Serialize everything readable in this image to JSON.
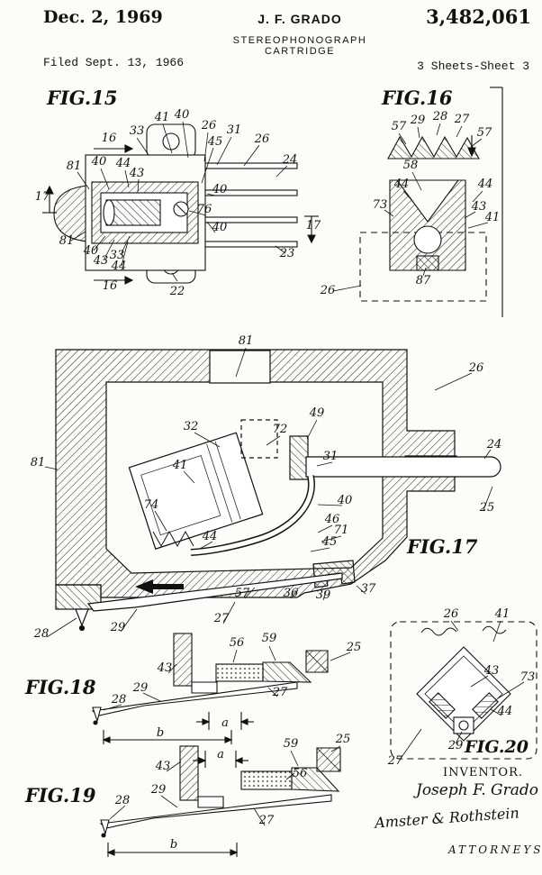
{
  "header": {
    "date": "Dec. 2, 1969",
    "inventor": "J. F. GRADO",
    "title": "STEREOPHONOGRAPH CARTRIDGE",
    "patent_number": "3,482,061",
    "filed": "Filed Sept. 13, 1966",
    "sheet": "3 Sheets-Sheet 3"
  },
  "figures": {
    "fig15": {
      "title": "FIG.15",
      "refs": [
        "16",
        "33",
        "41",
        "40",
        "26",
        "31",
        "45",
        "26",
        "24",
        "81",
        "40",
        "44",
        "43",
        "40",
        "76",
        "40",
        "17",
        "17",
        "81",
        "40",
        "43",
        "44",
        "33",
        "23",
        "16",
        "22"
      ]
    },
    "fig16": {
      "title": "FIG.16",
      "refs": [
        "57",
        "29",
        "28",
        "27",
        "57",
        "58",
        "44",
        "44",
        "73",
        "43",
        "41",
        "87",
        "26"
      ]
    },
    "fig17": {
      "title": "FIG.17",
      "refs": [
        "81",
        "26",
        "32",
        "72",
        "49",
        "31",
        "24",
        "81",
        "41",
        "40",
        "25",
        "74",
        "44",
        "46",
        "71",
        "45",
        "57",
        "36",
        "39",
        "37",
        "28",
        "29",
        "27"
      ]
    },
    "fig18": {
      "title": "FIG.18",
      "refs": [
        "56",
        "59",
        "43",
        "25",
        "29",
        "28",
        "27",
        "a",
        "b"
      ]
    },
    "fig19": {
      "title": "FIG.19",
      "refs": [
        "59",
        "25",
        "43",
        "56",
        "28",
        "29",
        "27",
        "a",
        "b"
      ]
    },
    "fig20": {
      "title": "FIG.20",
      "refs": [
        "26",
        "41",
        "43",
        "73",
        "44",
        "29",
        "27"
      ]
    }
  },
  "signature": {
    "inventor_label": "INVENTOR.",
    "inventor_name": "Joseph F. Grado",
    "attorneys_names": "Amster & Rothstein",
    "attorneys_label": "ATTORNEYS"
  }
}
